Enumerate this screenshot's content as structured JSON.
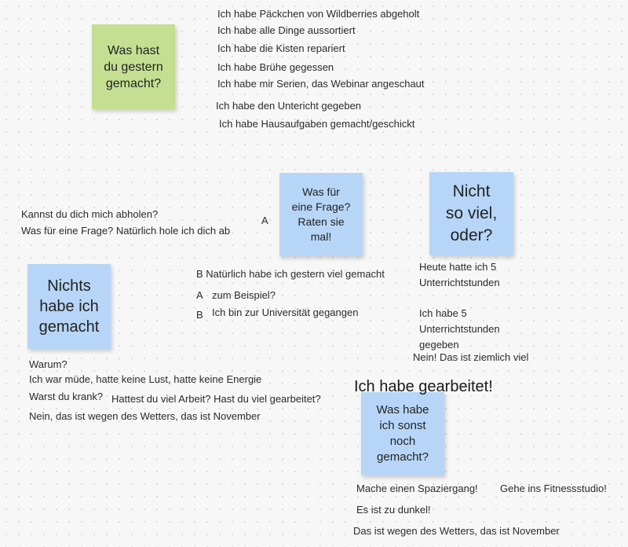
{
  "colors": {
    "green_note": "#c5df92",
    "blue_note": "#b7d6f7",
    "text": "#2b2b2b",
    "background": "#f7f7f7"
  },
  "notes": [
    {
      "id": "note-was-hast-du-gestern",
      "text": "Was hast\ndu gestern\ngemacht?",
      "color": "#c5df92"
    },
    {
      "id": "note-was-fuer-eine-frage",
      "text": "Was für\neine Frage?\nRaten sie\nmal!",
      "color": "#b7d6f7"
    },
    {
      "id": "note-nicht-so-viel",
      "text": "Nicht\nso viel,\noder?",
      "color": "#b7d6f7"
    },
    {
      "id": "note-nichts-habe-ich",
      "text": "Nichts\nhabe ich\ngemacht",
      "color": "#b7d6f7"
    },
    {
      "id": "note-was-habe-ich-sonst",
      "text": "Was habe\nich sonst\nnoch\ngemacht?",
      "color": "#b7d6f7"
    }
  ],
  "texts": [
    {
      "id": "t1",
      "text": "Ich habe Päckchen von Wildberries abgeholt"
    },
    {
      "id": "t2",
      "text": "Ich habe alle Dinge aussortiert"
    },
    {
      "id": "t3",
      "text": "Ich habe die Kisten repariert"
    },
    {
      "id": "t4",
      "text": "Ich habe Brühe gegessen"
    },
    {
      "id": "t5",
      "text": "Ich habe mir Serien, das Webinar angeschaut"
    },
    {
      "id": "t6",
      "text": "Ich habe den Untericht gegeben"
    },
    {
      "id": "t7",
      "text": "Ich habe Hausaufgaben gemacht/geschickt"
    },
    {
      "id": "t8",
      "text": "Kannst du dich mich abholen?"
    },
    {
      "id": "t9",
      "text": "Was für eine Frage? Natürlich hole ich dich ab"
    },
    {
      "id": "t10",
      "text": "A"
    },
    {
      "id": "t11",
      "text": "B Natürlich habe ich gestern viel gemacht"
    },
    {
      "id": "t12",
      "text": "A"
    },
    {
      "id": "t13",
      "text": "zum Beispiel?"
    },
    {
      "id": "t14",
      "text": "B"
    },
    {
      "id": "t15",
      "text": "Ich bin zur Universität gegangen"
    },
    {
      "id": "t16",
      "text": "Heute hatte ich 5\nUnterrichtstunden"
    },
    {
      "id": "t17",
      "text": "Ich habe 5\nUnterrichtstunden\ngegeben"
    },
    {
      "id": "t18",
      "text": "Nein! Das ist ziemlich viel"
    },
    {
      "id": "t19",
      "text": "Warum?"
    },
    {
      "id": "t20",
      "text": "Ich war müde, hatte keine Lust, hatte keine Energie"
    },
    {
      "id": "t21",
      "text": "Warst du krank?"
    },
    {
      "id": "t22",
      "text": "Hattest du viel Arbeit? Hast du viel gearbeitet?"
    },
    {
      "id": "t23",
      "text": "Nein, das ist wegen des Wetters, das ist November"
    },
    {
      "id": "t24",
      "text": "Ich habe gearbeitet!"
    },
    {
      "id": "t25",
      "text": "Mache einen Spaziergang!"
    },
    {
      "id": "t26",
      "text": "Gehe ins Fitnessstudio!"
    },
    {
      "id": "t27",
      "text": "Es ist zu dunkel!"
    },
    {
      "id": "t28",
      "text": "Das ist wegen des Wetters, das ist November"
    }
  ]
}
